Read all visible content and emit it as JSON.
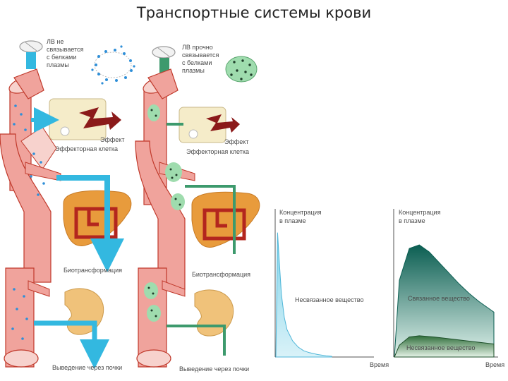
{
  "title": "Транспортные системы крови",
  "colors": {
    "vessel_fill": "#f0a39c",
    "vessel_stroke": "#c0392b",
    "vessel_inner": "#f7d2cd",
    "unbound_drug": "#2f8fd8",
    "bound_drug": "#1f7a3a",
    "protein_fill": "#9fdcae",
    "cell_fill": "#f5ecc9",
    "effect_arrow": "#8b1a1a",
    "blue_arrow": "#33b8e0",
    "green_arrow": "#3d9a6d",
    "liver_fill": "#e89b3c",
    "kidney_fill": "#f0c27a",
    "chart_left_fill": "#a8e2f0",
    "chart_right_dark": "#0b5e52",
    "chart_right_light": "#dff1ea"
  },
  "left_panel": {
    "tablet_note_lines": [
      "ЛВ не",
      "связывается",
      "с белками",
      "плазмы"
    ],
    "effect_label": "Эффект",
    "cell_label": "Эффекторная клетка",
    "biotransform_label": "Биотрансформация",
    "excretion_label": "Выведение через почки"
  },
  "right_panel": {
    "tablet_note_lines": [
      "ЛВ прочно",
      "связывается",
      "с белками",
      "плазмы"
    ],
    "effect_label": "Эффект",
    "cell_label": "Эффекторная клетка",
    "biotransform_label": "Биотрансформация",
    "excretion_label": "Выведение через почки"
  },
  "chart_data": [
    {
      "type": "area",
      "ylabel": "Концентрация в плазме",
      "xlabel": "Время",
      "series": [
        {
          "name": "Несвязанное вещество",
          "x": [
            0,
            0.03,
            0.06,
            0.1,
            0.15,
            0.2,
            0.3,
            0.4,
            0.5,
            0.6,
            0.75,
            0.9,
            1.0
          ],
          "y": [
            0,
            1.0,
            0.78,
            0.5,
            0.32,
            0.22,
            0.13,
            0.08,
            0.05,
            0.035,
            0.02,
            0.01,
            0.006
          ]
        }
      ],
      "xlim": [
        0,
        1
      ],
      "ylim": [
        0,
        1.1
      ]
    },
    {
      "type": "area",
      "ylabel": "Концентрация в плазме",
      "xlabel": "Время",
      "series": [
        {
          "name": "Связанное вещество",
          "x": [
            0,
            0.05,
            0.15,
            0.25,
            0.35,
            0.45,
            0.55,
            0.65,
            0.75,
            0.85,
            1.0
          ],
          "y": [
            0,
            0.65,
            0.92,
            0.95,
            0.89,
            0.8,
            0.71,
            0.62,
            0.54,
            0.47,
            0.38
          ]
        },
        {
          "name": "Несвязанное вещество",
          "x": [
            0,
            0.05,
            0.15,
            0.25,
            0.4,
            0.55,
            0.7,
            0.85,
            1.0
          ],
          "y": [
            0,
            0.1,
            0.17,
            0.18,
            0.17,
            0.155,
            0.14,
            0.125,
            0.11
          ]
        }
      ],
      "xlim": [
        0,
        1
      ],
      "ylim": [
        0,
        1.1
      ]
    }
  ]
}
